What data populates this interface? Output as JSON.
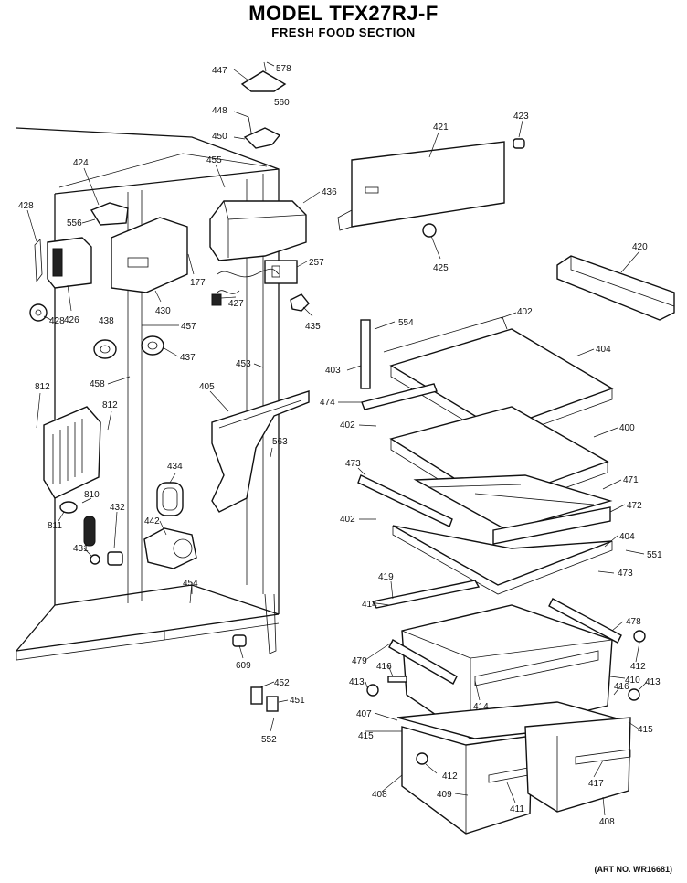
{
  "header": {
    "title": "MODEL TFX27RJ-F",
    "subtitle": "FRESH FOOD SECTION"
  },
  "footer": {
    "art_number": "(ART NO. WR16681)"
  },
  "callouts": [
    {
      "id": "c-447",
      "label": "447"
    },
    {
      "id": "c-578",
      "label": "578"
    },
    {
      "id": "c-448",
      "label": "448"
    },
    {
      "id": "c-560",
      "label": "560"
    },
    {
      "id": "c-450",
      "label": "450"
    },
    {
      "id": "c-421",
      "label": "421"
    },
    {
      "id": "c-423",
      "label": "423"
    },
    {
      "id": "c-424",
      "label": "424"
    },
    {
      "id": "c-455",
      "label": "455"
    },
    {
      "id": "c-436",
      "label": "436"
    },
    {
      "id": "c-428a",
      "label": "428"
    },
    {
      "id": "c-556",
      "label": "556"
    },
    {
      "id": "c-257",
      "label": "257"
    },
    {
      "id": "c-425",
      "label": "425"
    },
    {
      "id": "c-420",
      "label": "420"
    },
    {
      "id": "c-177",
      "label": "177"
    },
    {
      "id": "c-426",
      "label": "426"
    },
    {
      "id": "c-430",
      "label": "430"
    },
    {
      "id": "c-427",
      "label": "427"
    },
    {
      "id": "c-435",
      "label": "435"
    },
    {
      "id": "c-428b",
      "label": "428"
    },
    {
      "id": "c-438",
      "label": "438"
    },
    {
      "id": "c-457",
      "label": "457"
    },
    {
      "id": "c-554",
      "label": "554"
    },
    {
      "id": "c-402a",
      "label": "402"
    },
    {
      "id": "c-437",
      "label": "437"
    },
    {
      "id": "c-404a",
      "label": "404"
    },
    {
      "id": "c-453",
      "label": "453"
    },
    {
      "id": "c-403",
      "label": "403"
    },
    {
      "id": "c-458",
      "label": "458"
    },
    {
      "id": "c-812a",
      "label": "812"
    },
    {
      "id": "c-405",
      "label": "405"
    },
    {
      "id": "c-474",
      "label": "474"
    },
    {
      "id": "c-812b",
      "label": "812"
    },
    {
      "id": "c-402b",
      "label": "402"
    },
    {
      "id": "c-400",
      "label": "400"
    },
    {
      "id": "c-563",
      "label": "563"
    },
    {
      "id": "c-473a",
      "label": "473"
    },
    {
      "id": "c-434",
      "label": "434"
    },
    {
      "id": "c-471",
      "label": "471"
    },
    {
      "id": "c-810",
      "label": "810"
    },
    {
      "id": "c-432",
      "label": "432"
    },
    {
      "id": "c-472",
      "label": "472"
    },
    {
      "id": "c-811",
      "label": "811"
    },
    {
      "id": "c-442",
      "label": "442"
    },
    {
      "id": "c-402c",
      "label": "402"
    },
    {
      "id": "c-404b",
      "label": "404"
    },
    {
      "id": "c-431",
      "label": "431"
    },
    {
      "id": "c-551",
      "label": "551"
    },
    {
      "id": "c-473b",
      "label": "473"
    },
    {
      "id": "c-454",
      "label": "454"
    },
    {
      "id": "c-419",
      "label": "419"
    },
    {
      "id": "c-414a",
      "label": "414"
    },
    {
      "id": "c-478",
      "label": "478"
    },
    {
      "id": "c-609",
      "label": "609"
    },
    {
      "id": "c-479",
      "label": "479"
    },
    {
      "id": "c-416a",
      "label": "416"
    },
    {
      "id": "c-412a",
      "label": "412"
    },
    {
      "id": "c-410",
      "label": "410"
    },
    {
      "id": "c-452",
      "label": "452"
    },
    {
      "id": "c-413a",
      "label": "413"
    },
    {
      "id": "c-414b",
      "label": "414"
    },
    {
      "id": "c-416b",
      "label": "416"
    },
    {
      "id": "c-413b",
      "label": "413"
    },
    {
      "id": "c-451",
      "label": "451"
    },
    {
      "id": "c-407",
      "label": "407"
    },
    {
      "id": "c-415a",
      "label": "415"
    },
    {
      "id": "c-415b",
      "label": "415"
    },
    {
      "id": "c-552",
      "label": "552"
    },
    {
      "id": "c-412b",
      "label": "412"
    },
    {
      "id": "c-417",
      "label": "417"
    },
    {
      "id": "c-408a",
      "label": "408"
    },
    {
      "id": "c-409",
      "label": "409"
    },
    {
      "id": "c-411",
      "label": "411"
    },
    {
      "id": "c-408b",
      "label": "408"
    }
  ]
}
